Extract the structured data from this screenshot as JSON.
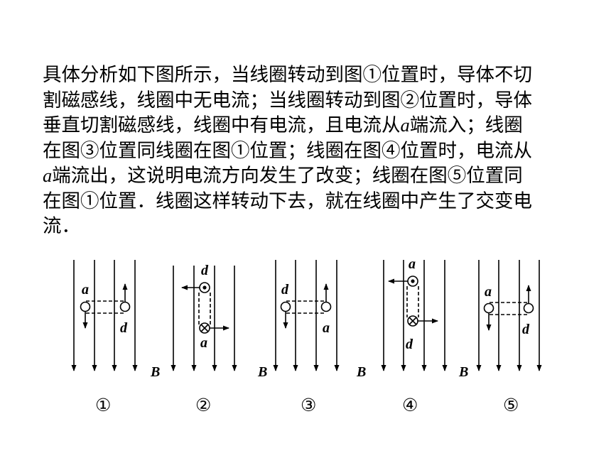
{
  "text": {
    "lines": [
      [
        "具体分析如下图所示，当线圈转动到图①位置时，导体不切"
      ],
      [
        "割磁感线，线圈中无电流；当线圈转动到图②位置时，导体"
      ],
      [
        "垂直切割磁感线，线圈中有电流，且电流从",
        {
          "i": "a"
        },
        "端流入；线圈"
      ],
      [
        "在图③位置同线圈在图①位置；线圈在图④位置时，电流从"
      ],
      [
        {
          "i": "a"
        },
        "端流出，这说明电流方向发生了改变；线圈在图⑤位置同"
      ],
      [
        "在图①位置．线圈这样转动下去，就在线圈中产生了交变电"
      ],
      [
        "流．"
      ]
    ]
  },
  "figures": [
    {
      "id": "1",
      "caption": "①",
      "labels": [
        "a",
        "d"
      ],
      "field_label": "B"
    },
    {
      "id": "2",
      "caption": "②",
      "labels": [
        "d",
        "a"
      ],
      "field_label": "B"
    },
    {
      "id": "3",
      "caption": "③",
      "labels": [
        "d",
        "a"
      ],
      "field_label": "B"
    },
    {
      "id": "4",
      "caption": "④",
      "labels": [
        "a",
        "d"
      ],
      "field_label": "B"
    },
    {
      "id": "5",
      "caption": "⑤",
      "labels": [
        "a",
        "d"
      ]
    }
  ],
  "colors": {
    "ink": "#000000",
    "background": "#ffffff"
  }
}
